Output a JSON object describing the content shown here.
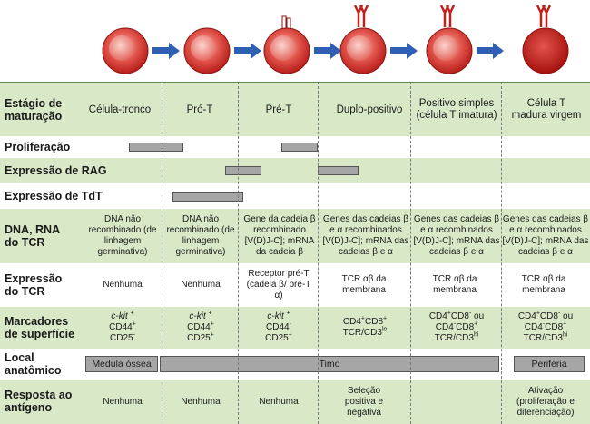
{
  "headers": {
    "stage": "Estágio de maturação",
    "col1": "Célula-tronco",
    "col2": "Pró-T",
    "col3": "Pré-T",
    "col4": "Duplo-positivo",
    "col5": "Positivo simples (célula T imatura)",
    "col6": "Célula T madura virgem"
  },
  "rows": {
    "proliferacao": "Proliferação",
    "rag": "Expressão de RAG",
    "tdt": "Expressão de TdT",
    "dna": "DNA, RNA do TCR",
    "tcr": "Expressão do TCR",
    "marcadores": "Marcadores de superfície",
    "local": "Local anatômico",
    "resposta": "Resposta ao antígeno"
  },
  "dna": {
    "c1": "DNA não recombinado (de linhagem germinativa)",
    "c2": "DNA não recombinado (de linhagem germinativa)",
    "c3": "Gene da cadeia β recombinado [V(D)J-C]; mRNA da cadeia β",
    "c4": "Genes das cadeias β e α recombinados [V(D)J-C]; mRNA das cadeias β e α",
    "c5": "Genes das cadeias β e α recombinados [V(D)J-C]; mRNA das cadeias β e α",
    "c6": "Genes das cadeias β e α recombinados [V(D)J-C]; mRNA das cadeias β e α"
  },
  "tcr": {
    "c1": "Nenhuma",
    "c2": "Nenhuma",
    "c3": "Receptor pré-T (cadeia β/ pré-T α)",
    "c4": "TCR αβ da membrana",
    "c5": "TCR αβ da membrana",
    "c6": "TCR αβ da membrana"
  },
  "markers": {
    "c1a": "c-kit",
    "c1a_sup": "+",
    "c1b": "CD44",
    "c1b_sup": "+",
    "c1c": "CD25",
    "c1c_sup": "-",
    "c2a": "c-kit",
    "c2a_sup": "+",
    "c2b": "CD44",
    "c2b_sup": "+",
    "c2c": "CD25",
    "c2c_sup": "+",
    "c3a": "c-kit",
    "c3a_sup": "+",
    "c3b": "CD44",
    "c3b_sup": "-",
    "c3c": "CD25",
    "c3c_sup": "+",
    "c4a": "CD4",
    "c4a_sup": "+",
    "c4b": "CD8",
    "c4b_sup": "+",
    "c4c": "TCR/CD3",
    "c4c_sup": "lo",
    "c5a": "CD4",
    "c5a_sup": "+",
    "c5b": "CD8",
    "c5b_sup": "-",
    "c5mid": " ou",
    "c5c": "CD4",
    "c5c_sup": "-",
    "c5d": "CD8",
    "c5d_sup": "+",
    "c5e": "TCR/CD3",
    "c5e_sup": "hi",
    "c6a": "CD4",
    "c6a_sup": "+",
    "c6b": "CD8",
    "c6b_sup": "-",
    "c6mid": " ou",
    "c6c": "CD4",
    "c6c_sup": "-",
    "c6d": "CD8",
    "c6d_sup": "+",
    "c6e": "TCR/CD3",
    "c6e_sup": "hi"
  },
  "local": {
    "medula": "Medula óssea",
    "timo": "Timo",
    "periferia": "Periferia"
  },
  "resposta": {
    "c1": "Nenhuma",
    "c2": "Nenhuma",
    "c3": "Nenhuma",
    "c4": "Seleção positiva e negativa",
    "c6": "Ativação (proliferação e diferenciação)"
  },
  "colors": {
    "green_row": "#d9e9c8",
    "bar": "#a6a6a6",
    "cell_fill": "#d9322e",
    "arrow": "#2f5fb3"
  }
}
